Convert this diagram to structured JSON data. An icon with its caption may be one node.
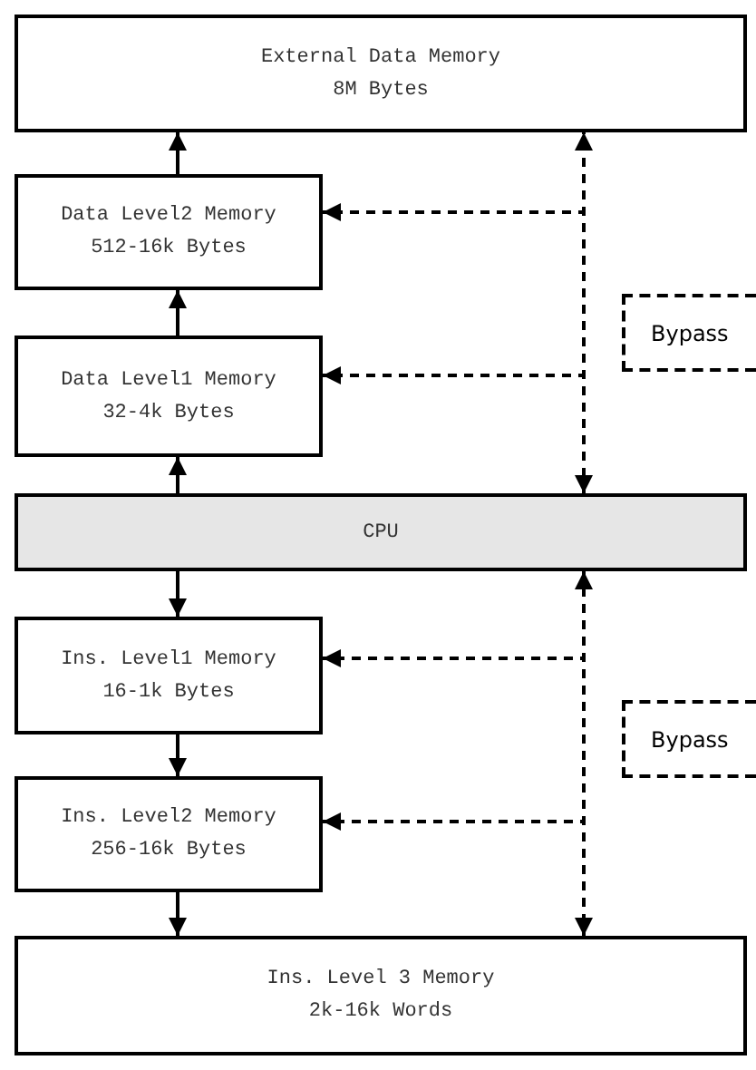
{
  "diagram": {
    "nodes": [
      {
        "text": [
          "External Data Memory",
          "8M Bytes"
        ]
      },
      {
        "text": [
          "Data Level2 Memory",
          "512-16k Bytes"
        ]
      },
      {
        "text": [
          "Data Level1 Memory",
          "32-4k Bytes"
        ]
      },
      {
        "text": [
          "CPU"
        ]
      },
      {
        "text": [
          "Ins. Level1 Memory",
          "16-1k Bytes"
        ]
      },
      {
        "text": [
          "Ins. Level2 Memory",
          "256-16k Bytes"
        ]
      },
      {
        "text": [
          "Ins. Level 3 Memory",
          "2k-16k Words"
        ]
      },
      {
        "text": [
          "Bypass"
        ]
      },
      {
        "text": [
          "Bypass"
        ]
      }
    ],
    "edges": [
      {
        "from": 1,
        "to": 0,
        "arrow": "to"
      },
      {
        "from": 2,
        "to": 1,
        "arrow": "to"
      },
      {
        "from": 3,
        "to": 2,
        "arrow": "to"
      },
      {
        "from": 3,
        "to": 4,
        "arrow": "to"
      },
      {
        "from": 4,
        "to": 5,
        "arrow": "to"
      },
      {
        "from": 5,
        "to": 6,
        "arrow": "to"
      },
      {
        "from": 3,
        "to": 0,
        "arrow": "both",
        "style": "dashed"
      },
      {
        "from": 3,
        "to": 1,
        "arrow": "to",
        "style": "dashed"
      },
      {
        "from": 3,
        "to": 2,
        "arrow": "to",
        "style": "dashed"
      },
      {
        "from": 3,
        "to": 6,
        "arrow": "both",
        "style": "dashed"
      },
      {
        "from": 3,
        "to": 4,
        "arrow": "to",
        "style": "dashed"
      },
      {
        "from": 3,
        "to": 5,
        "arrow": "to",
        "style": "dashed"
      }
    ]
  }
}
